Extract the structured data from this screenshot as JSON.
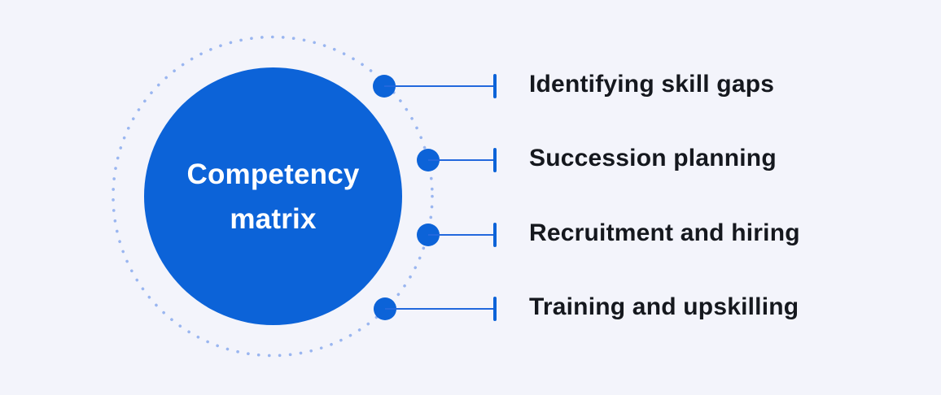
{
  "title": "Competency matrix diagram",
  "center": {
    "line1": "Competency",
    "line2": "matrix"
  },
  "items": [
    {
      "label": "Identifying skill gaps"
    },
    {
      "label": "Succession planning"
    },
    {
      "label": "Recruitment and hiring"
    },
    {
      "label": "Training and upskilling"
    }
  ],
  "colors": {
    "accent": "#0C63D8",
    "ring": "#9AB6F0",
    "line": "#2268DD",
    "label": "#15181E",
    "bg": "#F3F4FB",
    "circle_text": "#FFFFFF"
  }
}
